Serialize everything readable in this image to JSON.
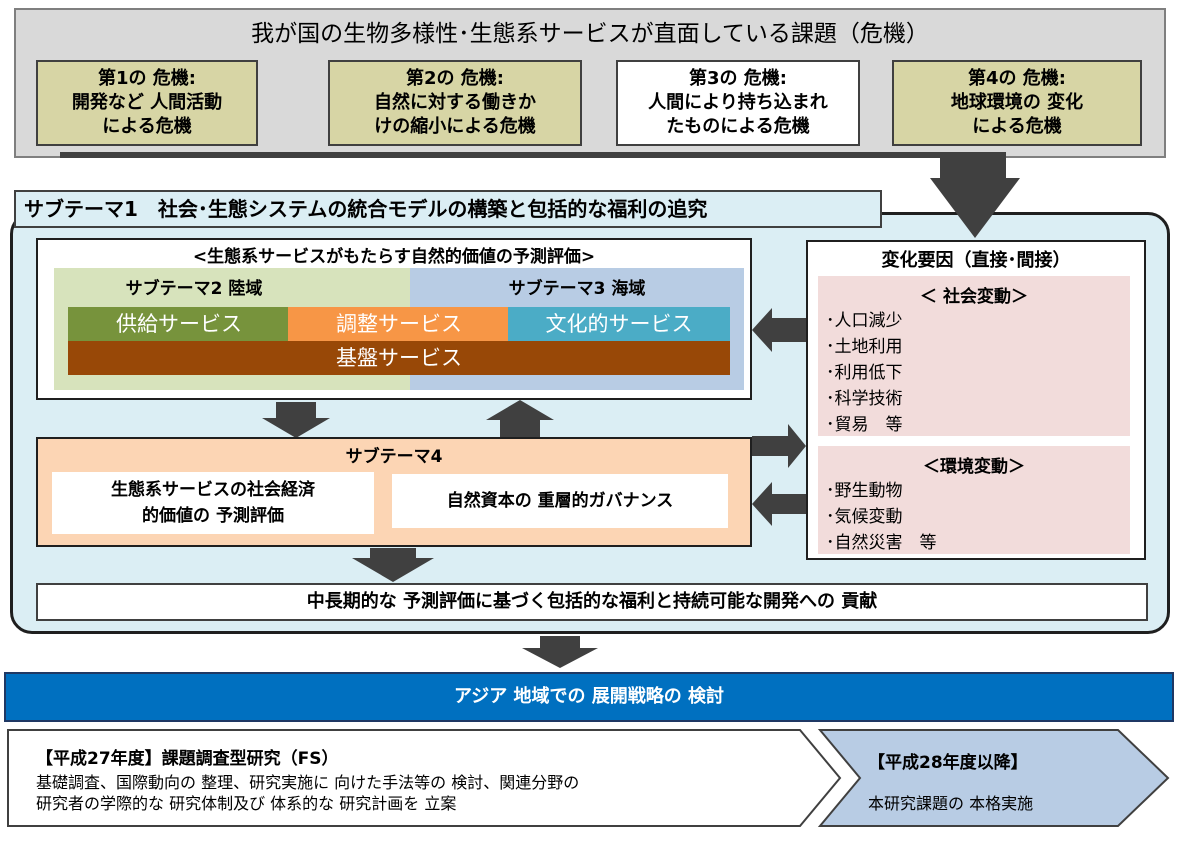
{
  "top": {
    "title": "我が国の生物多様性･生態系サービスが直面している課題（危機）",
    "crises": [
      "第1の 危機:\n開発など 人間活動\nによる危機",
      "第2の 危機:\n自然に対する働きか\nけの縮小による危機",
      "第3の 危機:\n人間により持ち込まれ\nたものによる危機",
      "第4の 危機:\n地球環境の 変化\nによる危機"
    ]
  },
  "subtheme1": {
    "label": "サブテーマ1　社会･生態システムの統合モデルの構築と包括的な福利の追究"
  },
  "valuation": {
    "title": "<生態系サービスがもたらす自然的価値の予測評価>",
    "land_label": "サブテーマ2 陸域",
    "sea_label": "サブテーマ3 海域",
    "services": {
      "provisioning": "供給サービス",
      "regulating": "調整サービス",
      "cultural": "文化的サービス",
      "supporting": "基盤サービス"
    }
  },
  "subtheme4": {
    "label": "サブテーマ4",
    "card1": "生態系サービスの社会経済\n的価値の 予測評価",
    "card2": "自然資本の 重層的ガバナンス"
  },
  "factors": {
    "title": "変化要因（直接･間接）",
    "social_head": "＜ 社会変動＞",
    "social_items": [
      "･人口減少",
      "･土地利用",
      "･利用低下",
      "･科学技術",
      "･貿易　等"
    ],
    "env_head": "＜環境変動＞",
    "env_items": [
      "･野生動物",
      "･気候変動",
      "･自然災害　等"
    ]
  },
  "contribution": "中長期的な 予測評価に基づく包括的な福利と持続可能な開発への 貢献",
  "asia": "アジア 地域での 展開戦略の 検討",
  "fs": {
    "title": "【平成27年度】課題調査型研究（FS）",
    "desc": "基礎調査、国際動向の 整理、研究実施に 向けた手法等の 検討、関連分野の\n研究者の学際的な 研究体制及び 体系的な 研究計画を 立案"
  },
  "post": {
    "title": "【平成28年度以降】",
    "desc": "本研究課題の 本格実施"
  },
  "colors": {
    "provisioning": "#77933c",
    "regulating": "#f79646",
    "cultural": "#4bacc6",
    "supporting": "#984807",
    "asia": "#0070c0",
    "arrow": "#404040"
  }
}
